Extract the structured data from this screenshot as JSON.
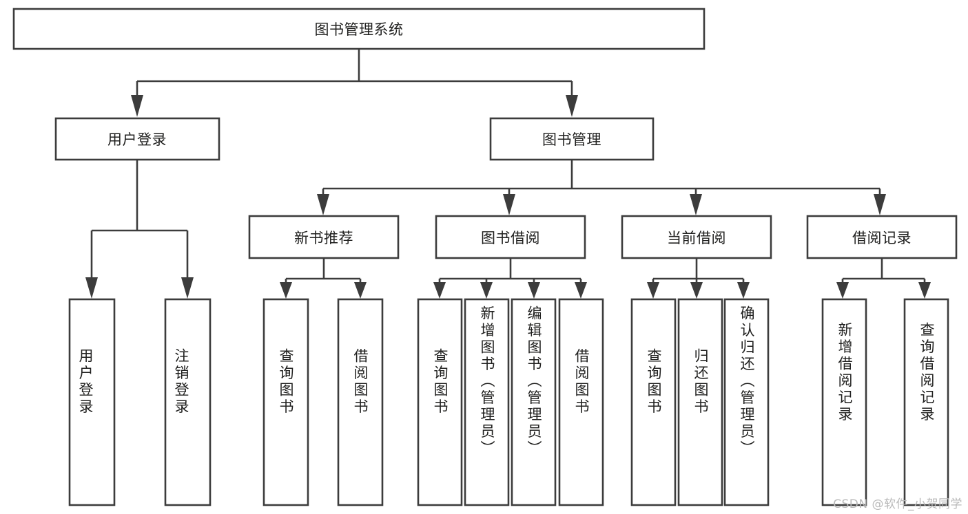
{
  "diagram": {
    "title": "图书管理系统",
    "type": "tree-hierarchy",
    "orientation": "top-down",
    "colors": {
      "box_stroke": "#3c3c3c",
      "box_fill": "#ffffff",
      "connector": "#3c3c3c",
      "text": "#20201f",
      "watermark": "#b9b9b9",
      "background": "#ffffff"
    },
    "root": {
      "label": "图书管理系统"
    },
    "level2": [
      {
        "label": "用户登录"
      },
      {
        "label": "图书管理"
      }
    ],
    "level3": [
      {
        "label": "新书推荐"
      },
      {
        "label": "图书借阅"
      },
      {
        "label": "当前借阅"
      },
      {
        "label": "借阅记录"
      }
    ],
    "leaves": {
      "user_login": [
        {
          "label": "用户登录"
        },
        {
          "label": "注销登录"
        }
      ],
      "new_book_recommend": [
        {
          "label": "查询图书"
        },
        {
          "label": "借阅图书"
        }
      ],
      "book_borrow": [
        {
          "label": "查询图书"
        },
        {
          "label": "新增图书（管理员）"
        },
        {
          "label": "编辑图书（管理员）"
        },
        {
          "label": "借阅图书"
        }
      ],
      "current_borrow": [
        {
          "label": "查询图书"
        },
        {
          "label": "归还图书"
        },
        {
          "label": "确认归还（管理员）"
        }
      ],
      "borrow_records": [
        {
          "label": "新增借阅记录"
        },
        {
          "label": "查询借阅记录"
        }
      ]
    }
  },
  "watermark": {
    "text": "CSDN @软件_小贺同学"
  }
}
